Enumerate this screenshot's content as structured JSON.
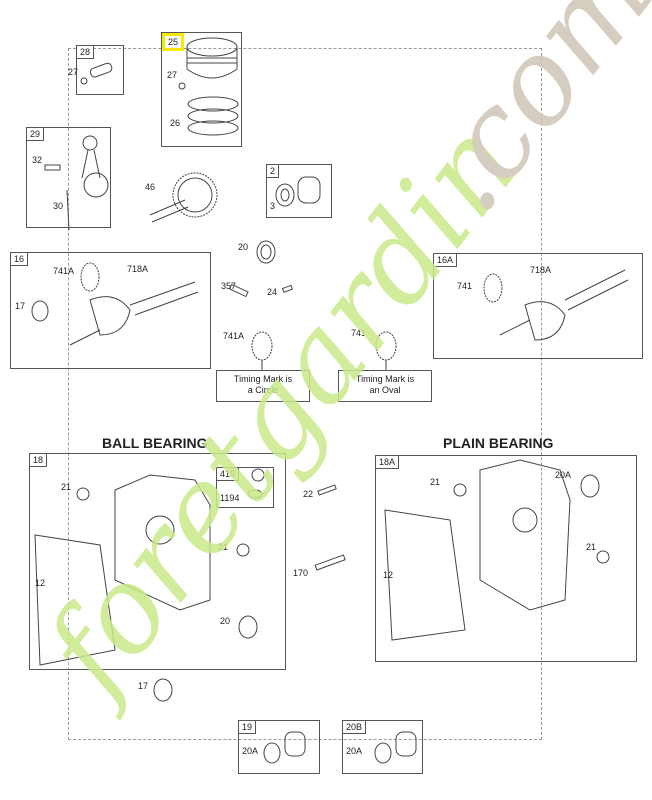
{
  "watermark": {
    "brand": "foretgardin",
    "suffix": ".com",
    "colors": {
      "brand": "#c9e98a",
      "accent": "#f7cf94",
      "suffix": "#cfc5b7"
    }
  },
  "highlight_color": "#f5ea00",
  "section_titles": {
    "ball": "BALL BEARING",
    "plain": "PLAIN BEARING"
  },
  "groups": {
    "g28": {
      "tag": "28",
      "parts": [
        "27"
      ]
    },
    "g25": {
      "tag": "25",
      "parts": [
        "27",
        "26"
      ]
    },
    "g29": {
      "tag": "29",
      "parts": [
        "32",
        "30"
      ]
    },
    "g2": {
      "tag": "2",
      "parts": [
        "3"
      ]
    },
    "g16": {
      "tag": "16",
      "parts": [
        "741A",
        "718A",
        "17"
      ]
    },
    "g16a": {
      "tag": "16A",
      "parts": [
        "741",
        "718A"
      ]
    },
    "g18": {
      "tag": "18",
      "parts": [
        "21",
        "21",
        "12",
        "20"
      ]
    },
    "g415": {
      "tag": "415",
      "parts": [
        "1194"
      ]
    },
    "g18a": {
      "tag": "18A",
      "parts": [
        "21",
        "20A",
        "21",
        "12"
      ]
    },
    "g19": {
      "tag": "19",
      "parts": [
        "20A"
      ]
    },
    "g20b": {
      "tag": "20B",
      "parts": [
        "20A"
      ]
    }
  },
  "loose_parts": {
    "p46": "46",
    "p20": "20",
    "p357": "357",
    "p24": "24",
    "p741a": "741A",
    "p741": "741",
    "p22": "22",
    "p170": "170",
    "p17": "17"
  },
  "timing": {
    "circle": "Timing Mark is a Circle",
    "oval": "Timing Mark is an Oval"
  }
}
